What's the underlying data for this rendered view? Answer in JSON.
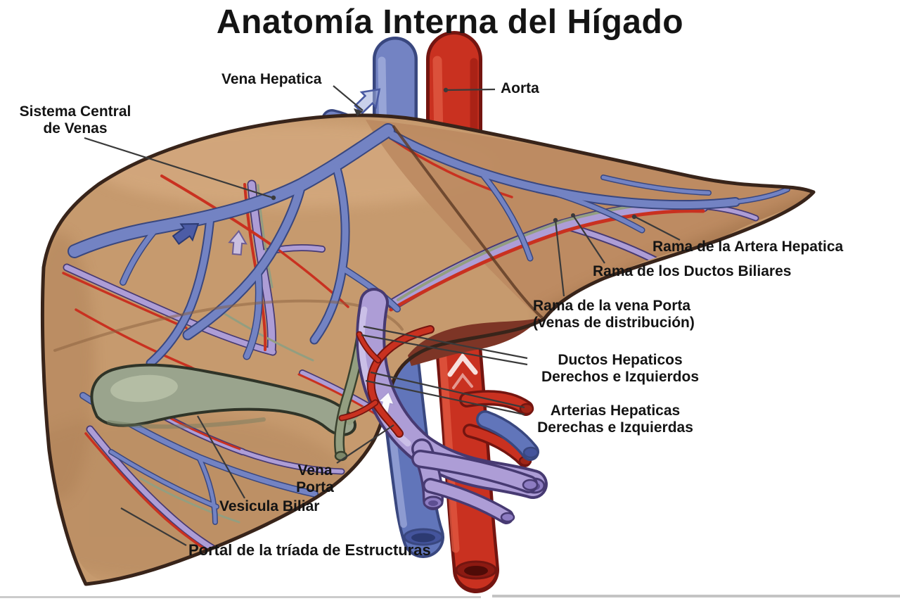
{
  "title": "Anatomía Interna del Hígado",
  "labels": {
    "vena_hepatica": "Vena Hepatica",
    "aorta": "Aorta",
    "sistema_central": [
      "Sistema Central",
      "de Venas"
    ],
    "rama_artera_hepatica": "Rama de la Artera Hepatica",
    "rama_ductos_biliares": "Rama de los Ductos Biliares",
    "rama_vena_porta": [
      "Rama de la vena Porta",
      "(venas de distribución)"
    ],
    "ductos_hepaticos": [
      "Ductos Hepaticos",
      "Derechos e Izquierdos"
    ],
    "arterias_hepaticas": [
      "Arterias Hepaticas",
      "Derechas e Izquierdas"
    ],
    "vena_porta": [
      "Vena",
      "Porta"
    ],
    "vesicula_biliar": "Vesicula Biliar",
    "portal_triada": "Portal de la tríada de Estructuras"
  },
  "colors": {
    "liver": "#c69a6e",
    "liver-right": "#bb8a60",
    "liver-edge": "#38241a",
    "vein": "#7383c3",
    "vein-dark": "#39477f",
    "vein-light": "#9fabdb",
    "artery": "#c93120",
    "artery-dark": "#741510",
    "artery-light": "#e05a42",
    "portal": "#ad9dd6",
    "portal-dark": "#473a72",
    "duct": "#939e80",
    "duct-dark": "#39412e",
    "gallbladder": "#9aa48d",
    "gallbladder-dark": "#2f3428",
    "underside": "#7d3526",
    "label-text": "#141414",
    "leader": "#3a3a3a",
    "page-rule": "#cbcbcb"
  }
}
